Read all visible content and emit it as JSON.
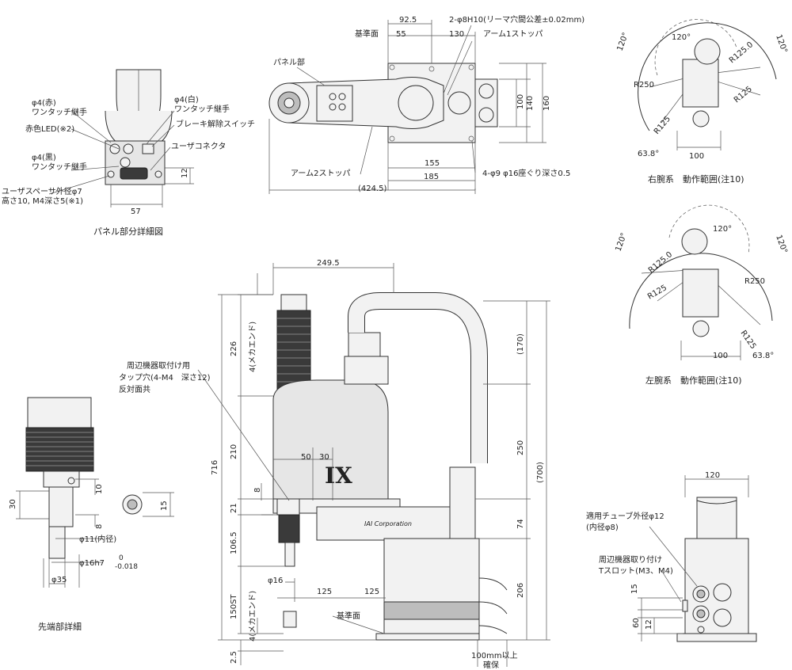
{
  "panel_detail": {
    "caption": "パネル部分詳細図",
    "labels": {
      "red_port_1": "φ4(赤)",
      "red_port_2": "ワンタッチ継手",
      "white_port_1": "φ4(白)",
      "white_port_2": "ワンタッチ継手",
      "red_led": "赤色LED(※2)",
      "brake_switch": "ブレーキ解除スイッチ",
      "black_port_1": "φ4(黒)",
      "black_port_2": "ワンタッチ継手",
      "user_connector": "ユーザコネクタ",
      "spacer_1": "ユーザスペーサ外径φ7",
      "spacer_2": "高さ10, M4深さ5(※1)",
      "dim_57": "57",
      "dim_12": "12"
    }
  },
  "top_view": {
    "labels": {
      "datum": "基準面",
      "panel": "パネル部",
      "pin_holes": "2-φ8H10(リーマ穴間公差±0.02mm)",
      "arm1_stopper": "アーム1ストッパ",
      "arm2_stopper": "アーム2ストッパ",
      "mount_holes": "4-φ9 φ16座ぐり深さ0.5"
    },
    "dims": {
      "d92_5": "92.5",
      "d55": "55",
      "d130": "130",
      "d100": "100",
      "d140": "140",
      "d160": "160",
      "d155": "155",
      "d185": "185",
      "d424_5": "(424.5)"
    }
  },
  "right_arm_range": {
    "caption": "右腕系　動作範囲(注10)",
    "labels": {
      "a120_left": "120°",
      "a120_top": "120°",
      "a120_right": "120°",
      "r250": "R250",
      "r125_0": "R125.0",
      "r125_a": "R125",
      "r125_b": "R125",
      "a63_8": "63.8°",
      "d100": "100"
    }
  },
  "left_arm_range": {
    "caption": "左腕系　動作範囲(注10)",
    "labels": {
      "a120_left": "120°",
      "a120_top": "120°",
      "a120_right": "120°",
      "r250": "R250",
      "r125_0": "R125.0",
      "r125_a": "R125",
      "r125_b": "R125",
      "a63_8": "63.8°",
      "d100": "100"
    }
  },
  "side_view": {
    "labels": {
      "peripheral_tap_1": "周辺機器取付け用",
      "peripheral_tap_2": "タップ穴(4-M4　深さ12)",
      "peripheral_tap_3": "反対面共",
      "datum": "基準面",
      "mech_end_top": "4(メカエンド)",
      "mech_end_bottom": "4(メカエンド)",
      "clearance_1": "100mm以上",
      "clearance_2": "確保",
      "logo_ix": "IX",
      "logo_brand": "IAI Corporation"
    },
    "dims": {
      "d249_5": "249.5",
      "d716": "716",
      "d226": "226",
      "d210": "210",
      "d50": "50",
      "d30": "30",
      "d8": "8",
      "d21": "21",
      "d106_5": "106.5",
      "d150st": "150ST",
      "d2_5": "2.5",
      "phi16": "φ16",
      "d125a": "125",
      "d125b": "125",
      "d170": "(170)",
      "d250": "250",
      "d74": "74",
      "d206": "206",
      "d700": "(700)"
    }
  },
  "tip_detail": {
    "caption": "先端部詳細",
    "dims": {
      "d30": "30",
      "d10": "10",
      "d8": "8",
      "d15": "15",
      "phi11": "φ11(内径)",
      "phi16h7": "φ16h7",
      "tol_upper": "0",
      "tol_lower": "-0.018",
      "phi35": "φ35"
    }
  },
  "rear_view": {
    "labels": {
      "tube_1": "適用チューブ外径φ12",
      "tube_2": "(内径φ8)",
      "tslot_1": "周辺機器取り付け",
      "tslot_2": "Tスロット(M3、M4)"
    },
    "dims": {
      "d120": "120",
      "d15": "15",
      "d60": "60",
      "d12": "12"
    }
  }
}
